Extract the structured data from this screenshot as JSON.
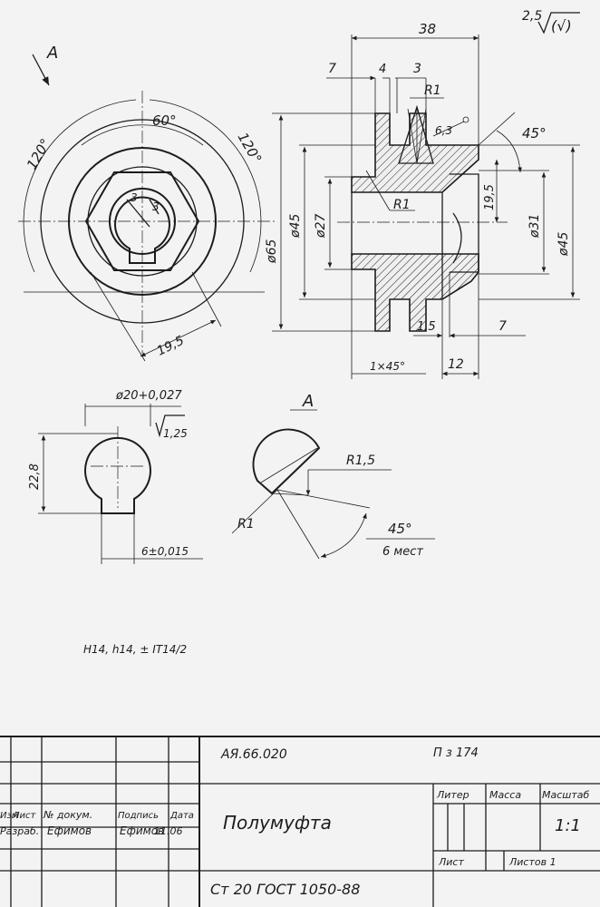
{
  "roughness": {
    "value": "2,5",
    "suffix": "(√)"
  },
  "view_arrow_label": "A",
  "end_view": {
    "angle_top": "60°",
    "angle_left": "120°",
    "angle_right": "120°",
    "key_dim_a": "3",
    "key_dim_b": "3",
    "flat_width": "19,5"
  },
  "section": {
    "overall_length": "38",
    "dim_7_left": "7",
    "dim_4": "4",
    "dim_3": "3",
    "radius_top": "R1",
    "radius_inner": "R1",
    "pin_dia": "6,3",
    "chamfer_angle": "45°",
    "dia_65": "ø65",
    "dia_45_left": "ø45",
    "dia_27": "ø27",
    "dim_19_5": "19,5",
    "dia_31": "ø31",
    "dia_45_right": "ø45",
    "dim_1_5": "1,5",
    "dim_7_right": "7",
    "chamfer_note": "1×45°",
    "dim_12": "12"
  },
  "bore": {
    "diameter": "ø20+0,027",
    "roughness": "1,25",
    "height": "22,8",
    "key_width": "6±0,015"
  },
  "detail_a": {
    "label": "A",
    "radius_r15": "R1,5",
    "radius_r1": "R1",
    "angle": "45°",
    "count": "6 мест"
  },
  "tolerance_note": "H14, h14, ± IT14/2",
  "title_block": {
    "doc_number": "АЯ.66.020",
    "doc_code": "П з 174",
    "headers": {
      "izm": "Изм",
      "list": "Лист",
      "doc": "№ докум.",
      "sign": "Подпись",
      "date": "Дата"
    },
    "role": "Разраб.",
    "developer": "Ефимов",
    "signature": "Ефимов",
    "date": "11.06",
    "part_name": "Полумуфта",
    "lit_header": "Литер",
    "mass_header": "Масса",
    "scale_header": "Масштаб",
    "scale_value": "1:1",
    "sheet_label": "Лист",
    "sheets_label": "Листов 1",
    "material": "Ст 20 ГОСТ 1050-88"
  }
}
